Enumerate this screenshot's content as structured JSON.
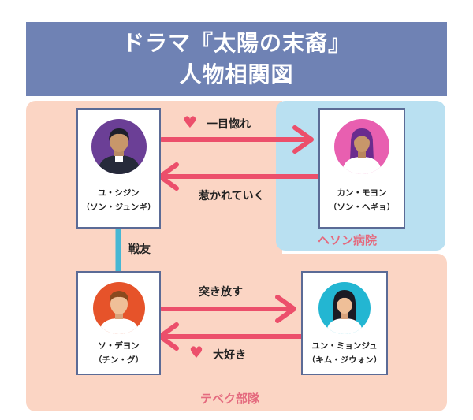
{
  "title": {
    "line1": "ドラマ『太陽の末裔』",
    "line2": "人物相関図"
  },
  "groups": {
    "hospital": "ヘソン病院",
    "unit": "テベク部隊"
  },
  "characters": [
    {
      "id": "yoo",
      "name": "ユ・シジン",
      "actor": "（ソン・ジュンギ）"
    },
    {
      "id": "kang",
      "name": "カン・モヨン",
      "actor": "（ソン・ヘギョ）"
    },
    {
      "id": "seo",
      "name": "ソ・デヨン",
      "actor": "（チン・グ）"
    },
    {
      "id": "yoon",
      "name": "ユン・ミョンジュ",
      "actor": "（キム・ジウォン）"
    }
  ],
  "relations": {
    "yoo_to_kang": "一目惚れ",
    "kang_to_yoo": "惹かれていく",
    "yoo_seo": "戦友",
    "seo_to_yoon": "突き放す",
    "yoon_to_seo": "大好き"
  },
  "colors": {
    "title_bg": "#6f82b4",
    "team_bg": "#fbd5c4",
    "hospital_bg": "#b9e0f1",
    "arrow": "#ec4f6b",
    "link": "#46b7d4",
    "group_label": "#e46a7e"
  },
  "icons": {
    "heart": "heart-icon"
  }
}
